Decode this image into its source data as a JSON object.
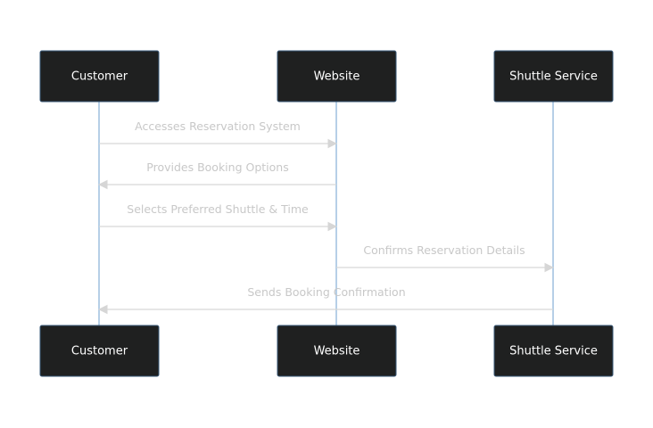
{
  "participants": [
    {
      "id": "customer",
      "label": "Customer"
    },
    {
      "id": "website",
      "label": "Website"
    },
    {
      "id": "shuttle",
      "label": "Shuttle Service"
    }
  ],
  "messages": [
    {
      "from": "customer",
      "to": "website",
      "label": "Accesses Reservation System"
    },
    {
      "from": "website",
      "to": "customer",
      "label": "Provides Booking Options"
    },
    {
      "from": "customer",
      "to": "website",
      "label": "Selects Preferred Shuttle & Time"
    },
    {
      "from": "website",
      "to": "shuttle",
      "label": "Confirms Reservation Details"
    },
    {
      "from": "shuttle",
      "to": "customer",
      "label": "Sends Booking Confirmation"
    }
  ],
  "colors": {
    "actor_fill": "#1f2020",
    "actor_text": "#ffffff",
    "lifeline": "#9ebfdf",
    "message": "#d6d6d6",
    "message_text": "#c8c8c8"
  }
}
